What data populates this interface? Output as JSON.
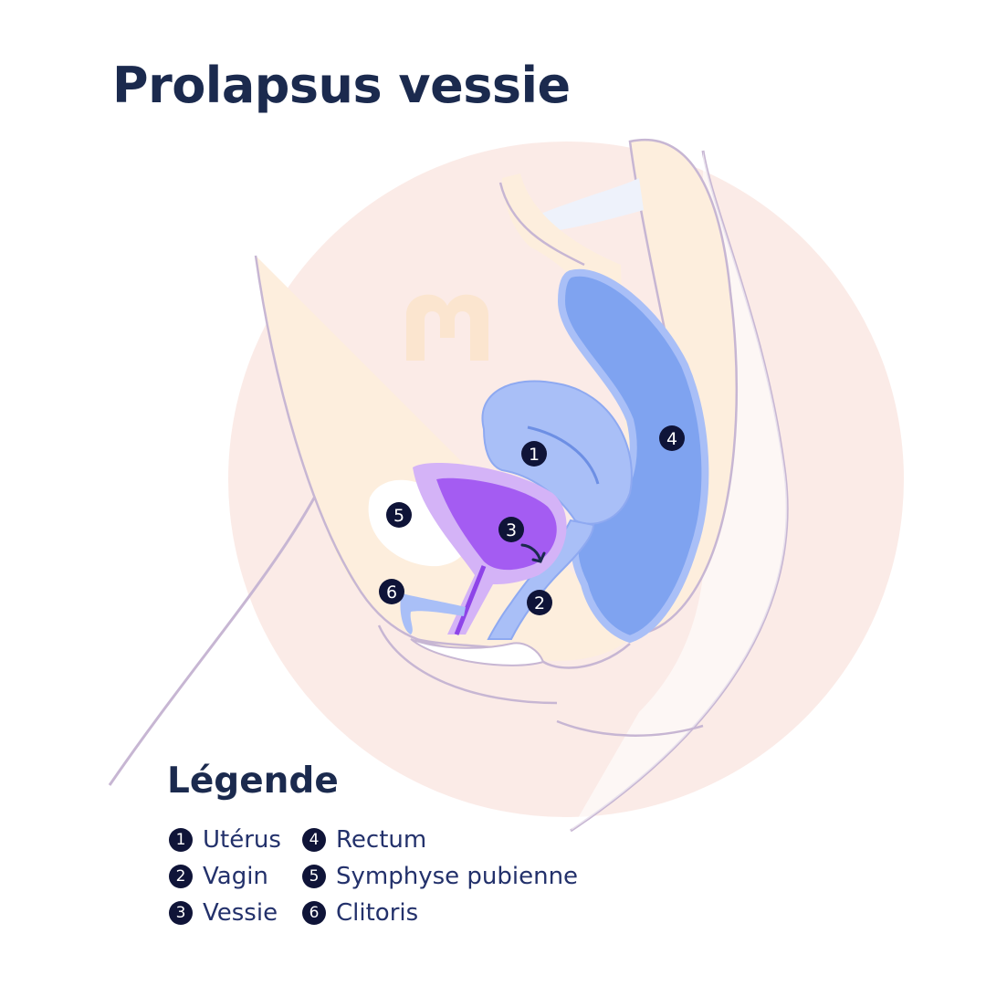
{
  "title": "Prolapsus vessie",
  "legend": {
    "title": "Légende",
    "items": [
      {
        "num": "1",
        "label": "Utérus"
      },
      {
        "num": "4",
        "label": "Rectum"
      },
      {
        "num": "2",
        "label": "Vagin"
      },
      {
        "num": "5",
        "label": "Symphyse pubienne"
      },
      {
        "num": "3",
        "label": "Vessie"
      },
      {
        "num": "6",
        "label": "Clitoris"
      }
    ]
  },
  "markers": {
    "uterus": "1",
    "vagina": "2",
    "bladder": "3",
    "rectum": "4",
    "pubic_symphysis": "5",
    "clitoris": "6"
  },
  "colors": {
    "title": "#1b2a4e",
    "badge": "#0f1438",
    "uterus": "#a9bff7",
    "rectum": "#7fa3f0",
    "bladder": "#a45cf2",
    "bone": "#fdeedd",
    "background_circle": "#fbebe7"
  }
}
